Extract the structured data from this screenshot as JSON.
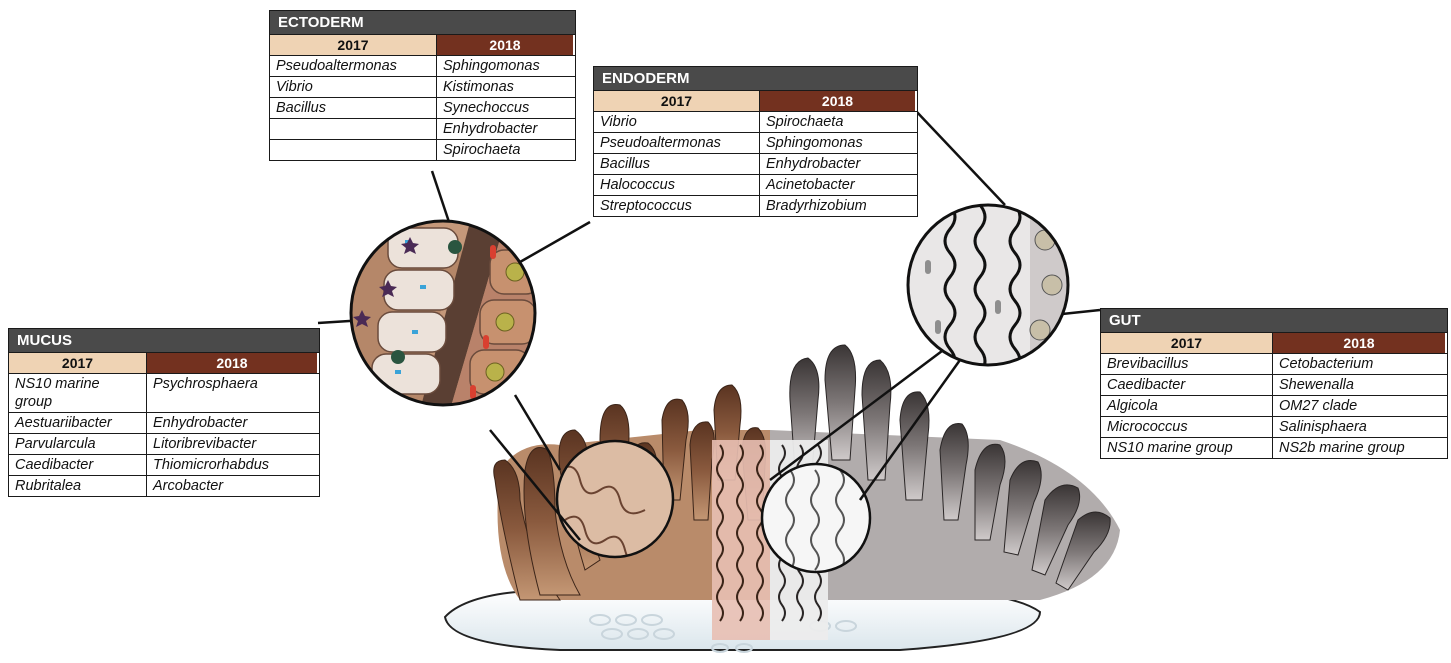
{
  "tables": {
    "ectoderm": {
      "title": "ECTODERM",
      "years": [
        "2017",
        "2018"
      ],
      "rows": [
        [
          "Pseudoaltermonas",
          "Sphingomonas"
        ],
        [
          "Vibrio",
          "Kistimonas"
        ],
        [
          "Bacillus",
          "Synechoccus"
        ],
        [
          "",
          "Enhydrobacter"
        ],
        [
          "",
          "Spirochaeta"
        ]
      ]
    },
    "endoderm": {
      "title": "ENDODERM",
      "years": [
        "2017",
        "2018"
      ],
      "rows": [
        [
          "Vibrio",
          "Spirochaeta"
        ],
        [
          "Pseudoaltermonas",
          "Sphingomonas"
        ],
        [
          "Bacillus",
          "Enhydrobacter"
        ],
        [
          "Halococcus",
          "Acinetobacter"
        ],
        [
          "Streptococcus",
          "Bradyrhizobium"
        ]
      ]
    },
    "mucus": {
      "title": "MUCUS",
      "years": [
        "2017",
        "2018"
      ],
      "rows": [
        [
          "NS10 marine group",
          "Psychrosphaera"
        ],
        [
          "Aestuariibacter",
          "Enhydrobacter"
        ],
        [
          "Parvularcula",
          "Litoribrevibacter"
        ],
        [
          "Caedibacter",
          "Thiomicrorhabdus"
        ],
        [
          "Rubritalea",
          "Arcobacter"
        ]
      ]
    },
    "gut": {
      "title": "GUT",
      "years": [
        "2017",
        "2018"
      ],
      "rows": [
        [
          "Brevibacillus",
          "Cetobacterium"
        ],
        [
          "Caedibacter",
          "Shewenalla"
        ],
        [
          "Algicola",
          "OM27 clade"
        ],
        [
          "Micrococcus",
          "Salinisphaera"
        ],
        [
          "NS10 marine group",
          "NS2b marine group"
        ]
      ]
    }
  },
  "colors": {
    "header": "#4a4a4a",
    "year_2017": "#efd3b4",
    "year_2018": "#73311f",
    "polyp_brown": "#a87454",
    "polyp_grey": "#9a9595"
  }
}
